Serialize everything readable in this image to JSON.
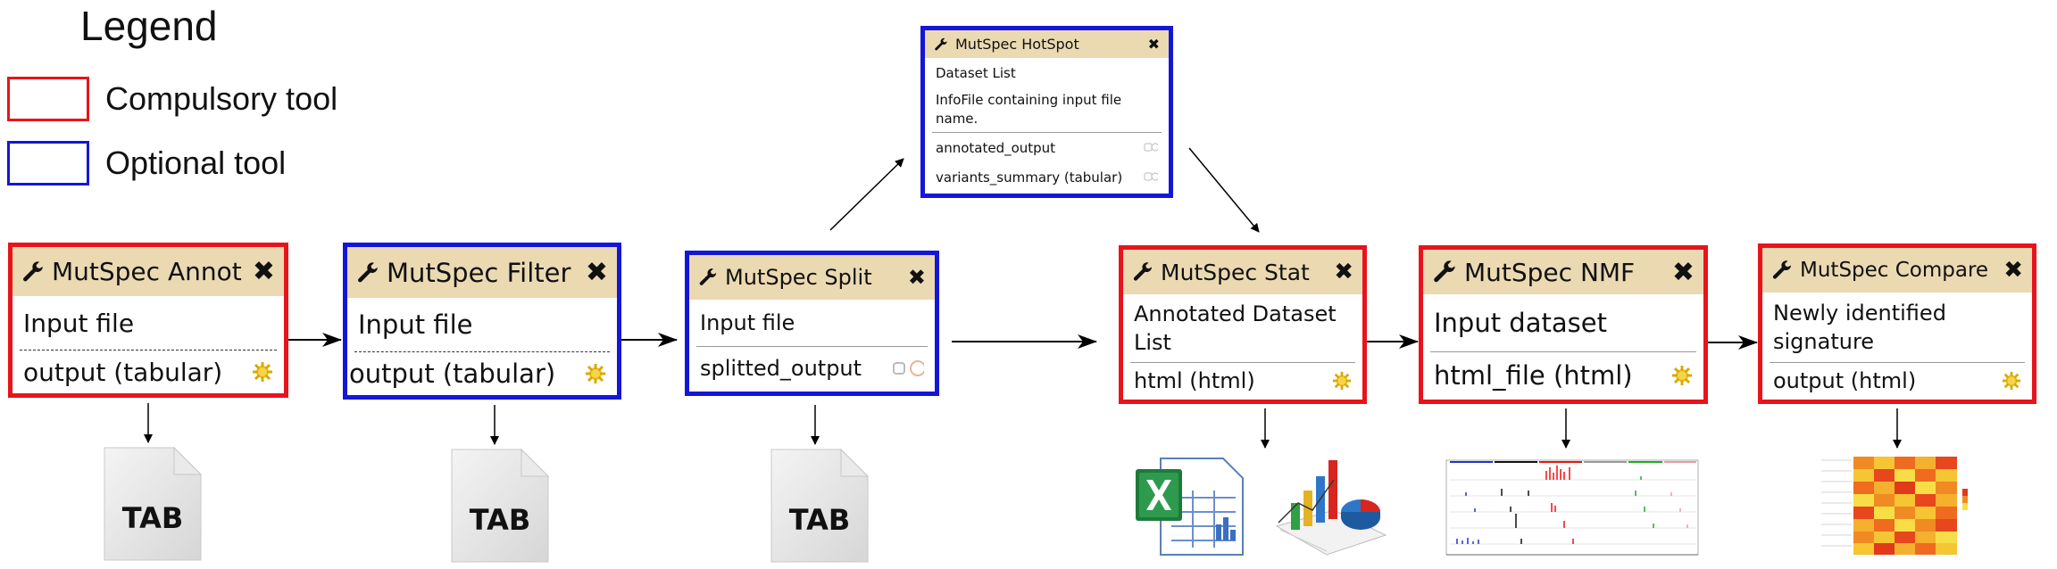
{
  "legend": {
    "title": "Legend",
    "compulsory_label": "Compulsory tool",
    "optional_label": "Optional tool",
    "compulsory_color": "#e8141b",
    "optional_color": "#1416d6"
  },
  "tools": {
    "annot": {
      "title": "MutSpec Annot",
      "input": "Input file",
      "output": "output (tabular)",
      "kind": "compulsory"
    },
    "filter": {
      "title": "MutSpec Filter",
      "input": "Input file",
      "output": "output (tabular)",
      "kind": "optional"
    },
    "split": {
      "title": "MutSpec Split",
      "input": "Input file",
      "output": "splitted_output",
      "kind": "optional"
    },
    "hotspot": {
      "title": "MutSpec HotSpot",
      "input1": "Dataset List",
      "input2": "InfoFile containing input file name.",
      "output1": "annotated_output",
      "output2": "variants_summary (tabular)",
      "kind": "optional"
    },
    "stat": {
      "title": "MutSpec Stat",
      "input": "Annotated Dataset List",
      "output": "html (html)",
      "kind": "compulsory"
    },
    "nmf": {
      "title": "MutSpec NMF",
      "input": "Input dataset",
      "output": "html_file (html)",
      "kind": "compulsory"
    },
    "compare": {
      "title": "MutSpec Compare",
      "input": "Newly identified signature",
      "output": "output (html)",
      "kind": "compulsory"
    }
  },
  "files": {
    "tab_label": "TAB"
  },
  "icons": [
    "wrench-icon",
    "close-icon",
    "gear-icon",
    "tab-file-icon",
    "excel-icon",
    "chart-icon",
    "spectrum-plot-thumbnail",
    "heatmap-thumbnail"
  ]
}
